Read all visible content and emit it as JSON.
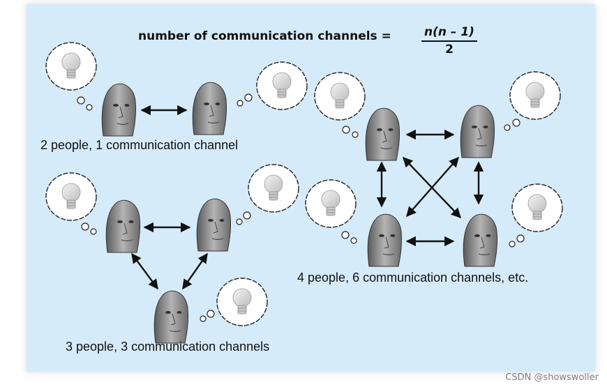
{
  "formula": {
    "label": "number of communication channels =",
    "numerator": "n(n – 1)",
    "denominator": "2"
  },
  "captions": {
    "two_people": "2 people, 1 communication channel",
    "three_people": "3 people, 3 communication channels",
    "four_people": "4 people, 6 communication channels, etc."
  },
  "watermark": "CSDN @showswoller",
  "colors": {
    "background": "#d6ebf9",
    "arrow": "#111111",
    "bubble": "#ffffff"
  },
  "icons": {
    "person": "person-head-icon",
    "thought": "lightbulb-thought-bubble-icon"
  }
}
